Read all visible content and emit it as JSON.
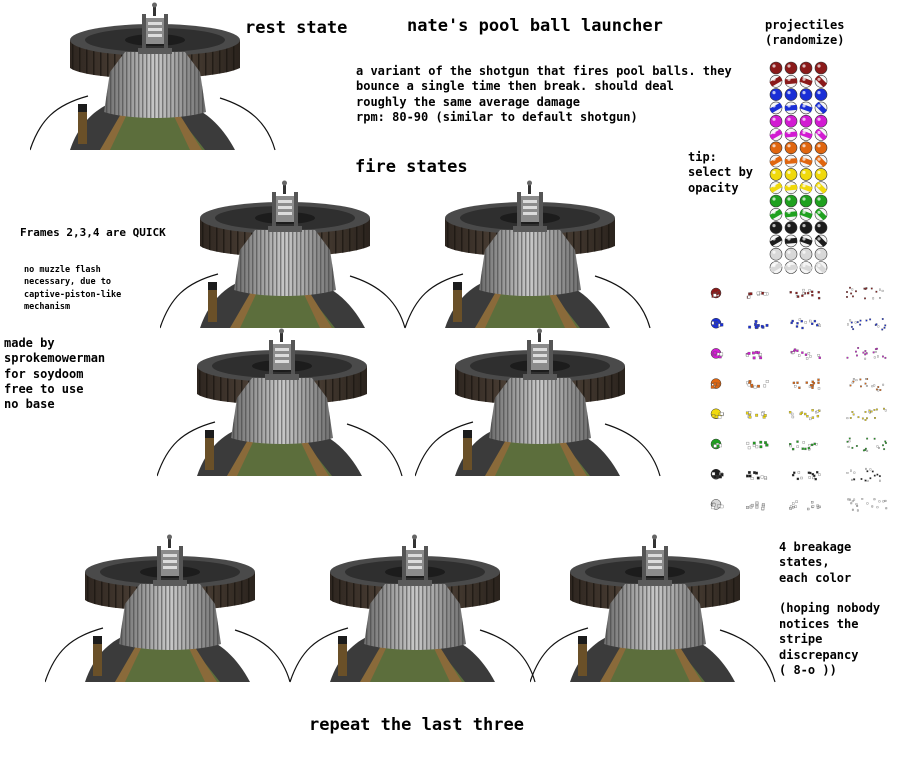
{
  "titles": {
    "rest_state": "rest state",
    "main_title": "nate's pool ball launcher",
    "fire_states": "fire states",
    "repeat": "repeat the last three"
  },
  "description": "a variant of the shotgun that fires pool balls. they\nbounce a single time then break. should deal\nroughly the same average damage\nrpm: 80-90 (similar to default shotgun)",
  "projectiles_label": "projectiles\n(randomize)",
  "tip": "tip:\nselect by\nopacity",
  "frames_note": "Frames 2,3,4 are QUICK",
  "muzzle_note": "no muzzle flash\nnecessary, due to\ncaptive-piston-like\nmechanism",
  "credits": "made by\nsprokemowerman\nfor soydoom\nfree to use\nno base",
  "breakage_note": "4 breakage\nstates,\neach color\n\n(hoping nobody\nnotices the stripe\ndiscrepancy\n( 8-o ))",
  "colors": {
    "ball_colors": [
      "#8b1a1a",
      "#1a2fd6",
      "#d21bd2",
      "#e0660f",
      "#f0d90c",
      "#1fa11f",
      "#1c1c1c",
      "#d8d8d8"
    ],
    "barrel": "#4a3f35",
    "drum_top": "#3a3a3a",
    "body": "#9a9a9a",
    "ground": "#5c6e3c",
    "rail": "#8a6a3a"
  }
}
